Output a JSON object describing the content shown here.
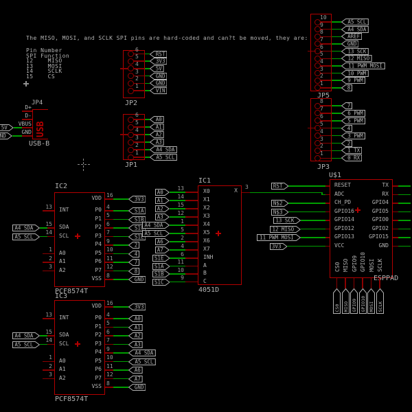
{
  "palette": {
    "background": "#000000",
    "net_green": "#00a000",
    "component_red": "#b40000",
    "pin_dark_red": "#8b0000",
    "label_gray": "#b4b4b4",
    "number_gray": "#9c9c9c",
    "cursor_gray": "#909090"
  },
  "note": {
    "title": "The MISO, MOSI, and SCLK SPI pins are hard-coded and can?t be moved, they are:",
    "lines": [
      "Pin Number",
      "SPI Function",
      "12    MISO",
      "13    MOSI",
      "14    SCLK",
      "15    CS"
    ]
  },
  "usb": {
    "ref": "JP4",
    "value": "USB-B",
    "symbol": "USB",
    "pins": [
      "D+",
      "D-",
      "VBUS",
      "GND"
    ],
    "flags": [
      "5V",
      "ND"
    ]
  },
  "jp2": {
    "ref": "JP2",
    "pin_numbers": [
      "6",
      "5",
      "4",
      "3",
      "2",
      "1"
    ],
    "flags": [
      "RST",
      "3V3",
      "5V",
      "GND",
      "GND",
      "VIN"
    ]
  },
  "jp1": {
    "ref": "JP1",
    "pin_numbers": [
      "6",
      "5",
      "4",
      "3",
      "2",
      "1"
    ],
    "flags": [
      "A0",
      "A1",
      "A2",
      "A3",
      "A4_SDA",
      "A5_SCL"
    ]
  },
  "jp5": {
    "ref": "JP5",
    "pin_numbers": [
      "10",
      "9",
      "8",
      "7",
      "6",
      "5",
      "4",
      "3",
      "2",
      "1"
    ],
    "flags": [
      "A5_SCL",
      "A4_SDA",
      "AREF",
      "GND",
      "13_SCK",
      "12_MISO",
      "11_PWM_MOSI",
      "10_PWM",
      "9_PWM",
      "8"
    ]
  },
  "jp3": {
    "ref": "JP3",
    "pin_numbers": [
      "8",
      "7",
      "6",
      "5",
      "4",
      "3",
      "2",
      "1"
    ],
    "flags": [
      "7",
      "6_PWM",
      "5_PWM",
      "4",
      "3_PWM",
      "2",
      "1_TX",
      "0_RX"
    ]
  },
  "ic2": {
    "ref": "IC2",
    "value": "PCF8574T",
    "left": [
      {
        "name": "INT",
        "num": "13"
      },
      {
        "name": "SDA",
        "num": "15",
        "flag": "A4_SDA"
      },
      {
        "name": "SCL",
        "num": "14",
        "flag": "A5_SCL"
      },
      {
        "name": "A0",
        "num": "1"
      },
      {
        "name": "A1",
        "num": "2"
      },
      {
        "name": "A2",
        "num": "3"
      }
    ],
    "right": [
      {
        "name": "VDD",
        "num": "16",
        "flag": "3V3"
      },
      {
        "name": "P0",
        "num": "4",
        "flag": "S1A"
      },
      {
        "name": "P1",
        "num": "5",
        "flag": "S1B"
      },
      {
        "name": "P2",
        "num": "6",
        "flag": "S1C"
      },
      {
        "name": "P3",
        "num": "7",
        "flag": "S1E"
      },
      {
        "name": "P4",
        "num": "9",
        "flag": "2"
      },
      {
        "name": "P5",
        "num": "10",
        "flag": "4"
      },
      {
        "name": "P6",
        "num": "11",
        "flag": "7"
      },
      {
        "name": "P7",
        "num": "12",
        "flag": "8"
      },
      {
        "name": "VSS",
        "num": "8",
        "flag": "GND"
      }
    ]
  },
  "ic3": {
    "ref": "IC3",
    "value": "PCF8574T",
    "left": [
      {
        "name": "INT",
        "num": "13"
      },
      {
        "name": "SDA",
        "num": "15",
        "flag": "A4_SDA"
      },
      {
        "name": "SCL",
        "num": "14",
        "flag": "A5_SCL"
      },
      {
        "name": "A0",
        "num": "1"
      },
      {
        "name": "A1",
        "num": "2"
      },
      {
        "name": "A2",
        "num": "3"
      }
    ],
    "right": [
      {
        "name": "VDD",
        "num": "16",
        "flag": "3V3"
      },
      {
        "name": "P0",
        "num": "4",
        "flag": "A0"
      },
      {
        "name": "P1",
        "num": "5",
        "flag": "A1"
      },
      {
        "name": "P2",
        "num": "6",
        "flag": "A2"
      },
      {
        "name": "P3",
        "num": "7",
        "flag": "A3"
      },
      {
        "name": "P4",
        "num": "9",
        "flag": "A4_SDA"
      },
      {
        "name": "P5",
        "num": "10",
        "flag": "A5_SCL"
      },
      {
        "name": "P6",
        "num": "11",
        "flag": "A6"
      },
      {
        "name": "P7",
        "num": "12",
        "flag": "A7"
      },
      {
        "name": "VSS",
        "num": "8",
        "flag": "GND"
      }
    ]
  },
  "ic1": {
    "ref": "IC1",
    "value": "4051D",
    "inputs": [
      {
        "name": "X0",
        "num": "13",
        "flag": "A0"
      },
      {
        "name": "X1",
        "num": "14",
        "flag": "A1"
      },
      {
        "name": "X2",
        "num": "15",
        "flag": "A2"
      },
      {
        "name": "X3",
        "num": "12",
        "flag": "A3"
      },
      {
        "name": "X4",
        "num": "1",
        "flag": "A4_SDA"
      },
      {
        "name": "X5",
        "num": "5",
        "flag": "A5_SCL"
      },
      {
        "name": "X6",
        "num": "2",
        "flag": "A6"
      },
      {
        "name": "X7",
        "num": "4",
        "flag": "A7"
      }
    ],
    "ctrl": [
      {
        "name": "INH",
        "num": "6",
        "flag": "S1E"
      },
      {
        "name": "A",
        "num": "11",
        "flag": "S1A"
      },
      {
        "name": "B",
        "num": "10",
        "flag": "S1B"
      },
      {
        "name": "C",
        "num": "9",
        "flag": "S1C"
      }
    ],
    "output": {
      "name": "X",
      "num": "3"
    }
  },
  "esp": {
    "ref": "U$1",
    "value": "ESPPAD",
    "left": [
      {
        "name": "RESET",
        "flag": "RST"
      },
      {
        "name": "ADC"
      },
      {
        "name": "CH_PD",
        "flag": "N$2"
      },
      {
        "name": "GPIO16",
        "flag": "N$3"
      },
      {
        "name": "GPIO14",
        "flag": "13_SCK"
      },
      {
        "name": "GPIO12",
        "flag": "12_MISO"
      },
      {
        "name": "GPIO13",
        "flag": "11_PWM_MOSI"
      },
      {
        "name": "VCC",
        "flag": "3V3"
      }
    ],
    "right": [
      "TX",
      "RX",
      "GPIO4",
      "GPIO5",
      "GPIO0",
      "GPIO2",
      "GPIO15",
      "GND"
    ],
    "bottom": [
      "CS0",
      "MISO",
      "GPIO9",
      "GPIO10",
      "MOSI",
      "SCLK"
    ],
    "bottom_flags": [
      "CS0",
      "MISO",
      "GPIO9",
      "GPIO10",
      "MOSI",
      "SCLK"
    ]
  }
}
